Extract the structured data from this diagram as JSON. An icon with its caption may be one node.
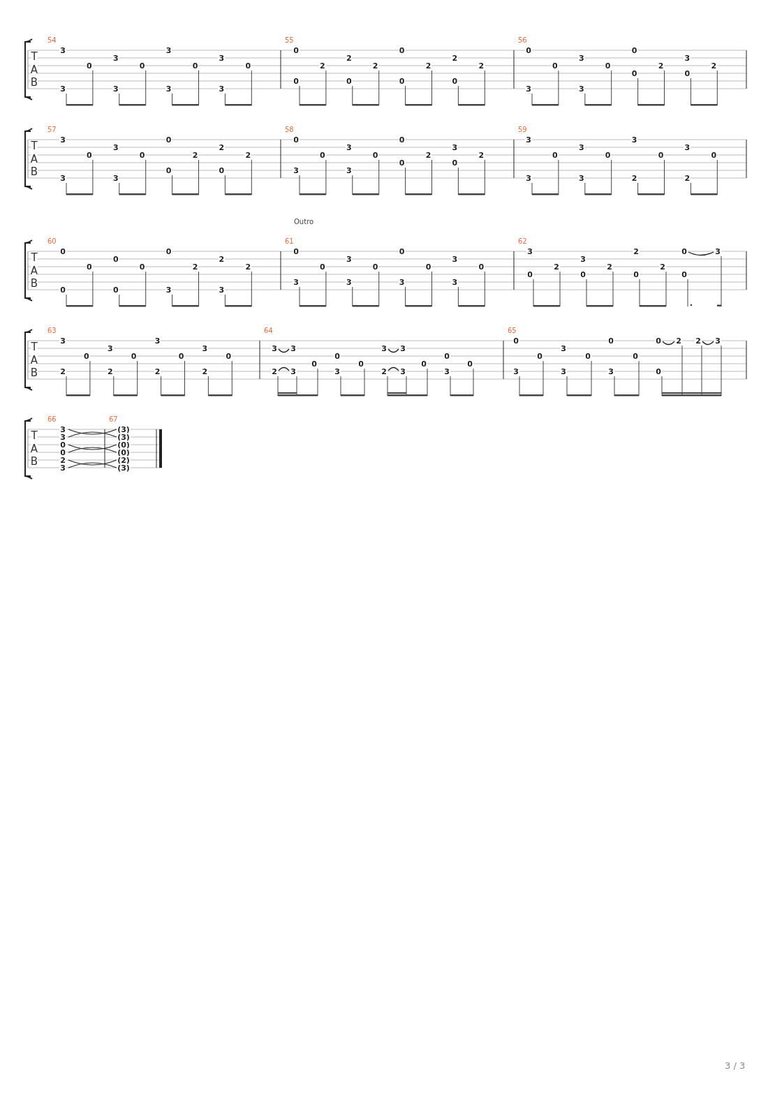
{
  "diagram": {
    "labels": [
      "T",
      "A",
      "B",
      "54",
      "3",
      "3",
      "0",
      "3",
      "3",
      "0",
      "3",
      "3",
      "0",
      "3",
      "3",
      "0",
      "55",
      "0",
      "0",
      "2",
      "2",
      "0",
      "2",
      "0",
      "0",
      "2",
      "2",
      "0",
      "2",
      "56",
      "0",
      "3",
      "0",
      "3",
      "3",
      "0",
      "0",
      "0",
      "2",
      "3",
      "0",
      "2",
      "T",
      "A",
      "B",
      "57",
      "3",
      "3",
      "0",
      "3",
      "3",
      "0",
      "0",
      "0",
      "2",
      "2",
      "0",
      "2",
      "58",
      "0",
      "3",
      "0",
      "3",
      "3",
      "0",
      "0",
      "0",
      "2",
      "3",
      "0",
      "2",
      "59",
      "3",
      "3",
      "0",
      "3",
      "3",
      "0",
      "3",
      "2",
      "0",
      "3",
      "2",
      "0",
      "Outro",
      "T",
      "A",
      "B",
      "60",
      "0",
      "0",
      "0",
      "0",
      "0",
      "0",
      "0",
      "3",
      "2",
      "2",
      "3",
      "2",
      "61",
      "0",
      "3",
      "0",
      "3",
      "3",
      "0",
      "0",
      "3",
      "0",
      "3",
      "3",
      "0",
      "62",
      "3",
      "0",
      "2",
      "3",
      "0",
      "2",
      "2",
      "0",
      "2",
      "0",
      "0",
      "3",
      "T",
      "A",
      "B",
      "63",
      "3",
      "2",
      "0",
      "3",
      "2",
      "0",
      "3",
      "2",
      "0",
      "3",
      "2",
      "0",
      "64",
      "3",
      "2",
      "3",
      "3",
      "0",
      "0",
      "3",
      "0",
      "3",
      "2",
      "3",
      "3",
      "0",
      "0",
      "3",
      "0",
      "65",
      "0",
      "3",
      "0",
      "3",
      "3",
      "0",
      "0",
      "3",
      "0",
      "0",
      "0",
      "2",
      "2",
      "3",
      "T",
      "A",
      "B",
      "66",
      "3",
      "3",
      "0",
      "0",
      "2",
      "3",
      "67",
      "(3)",
      "(3)",
      "(0)",
      "(0)",
      "(2)",
      "(3)",
      "3 / 3"
    ]
  }
}
